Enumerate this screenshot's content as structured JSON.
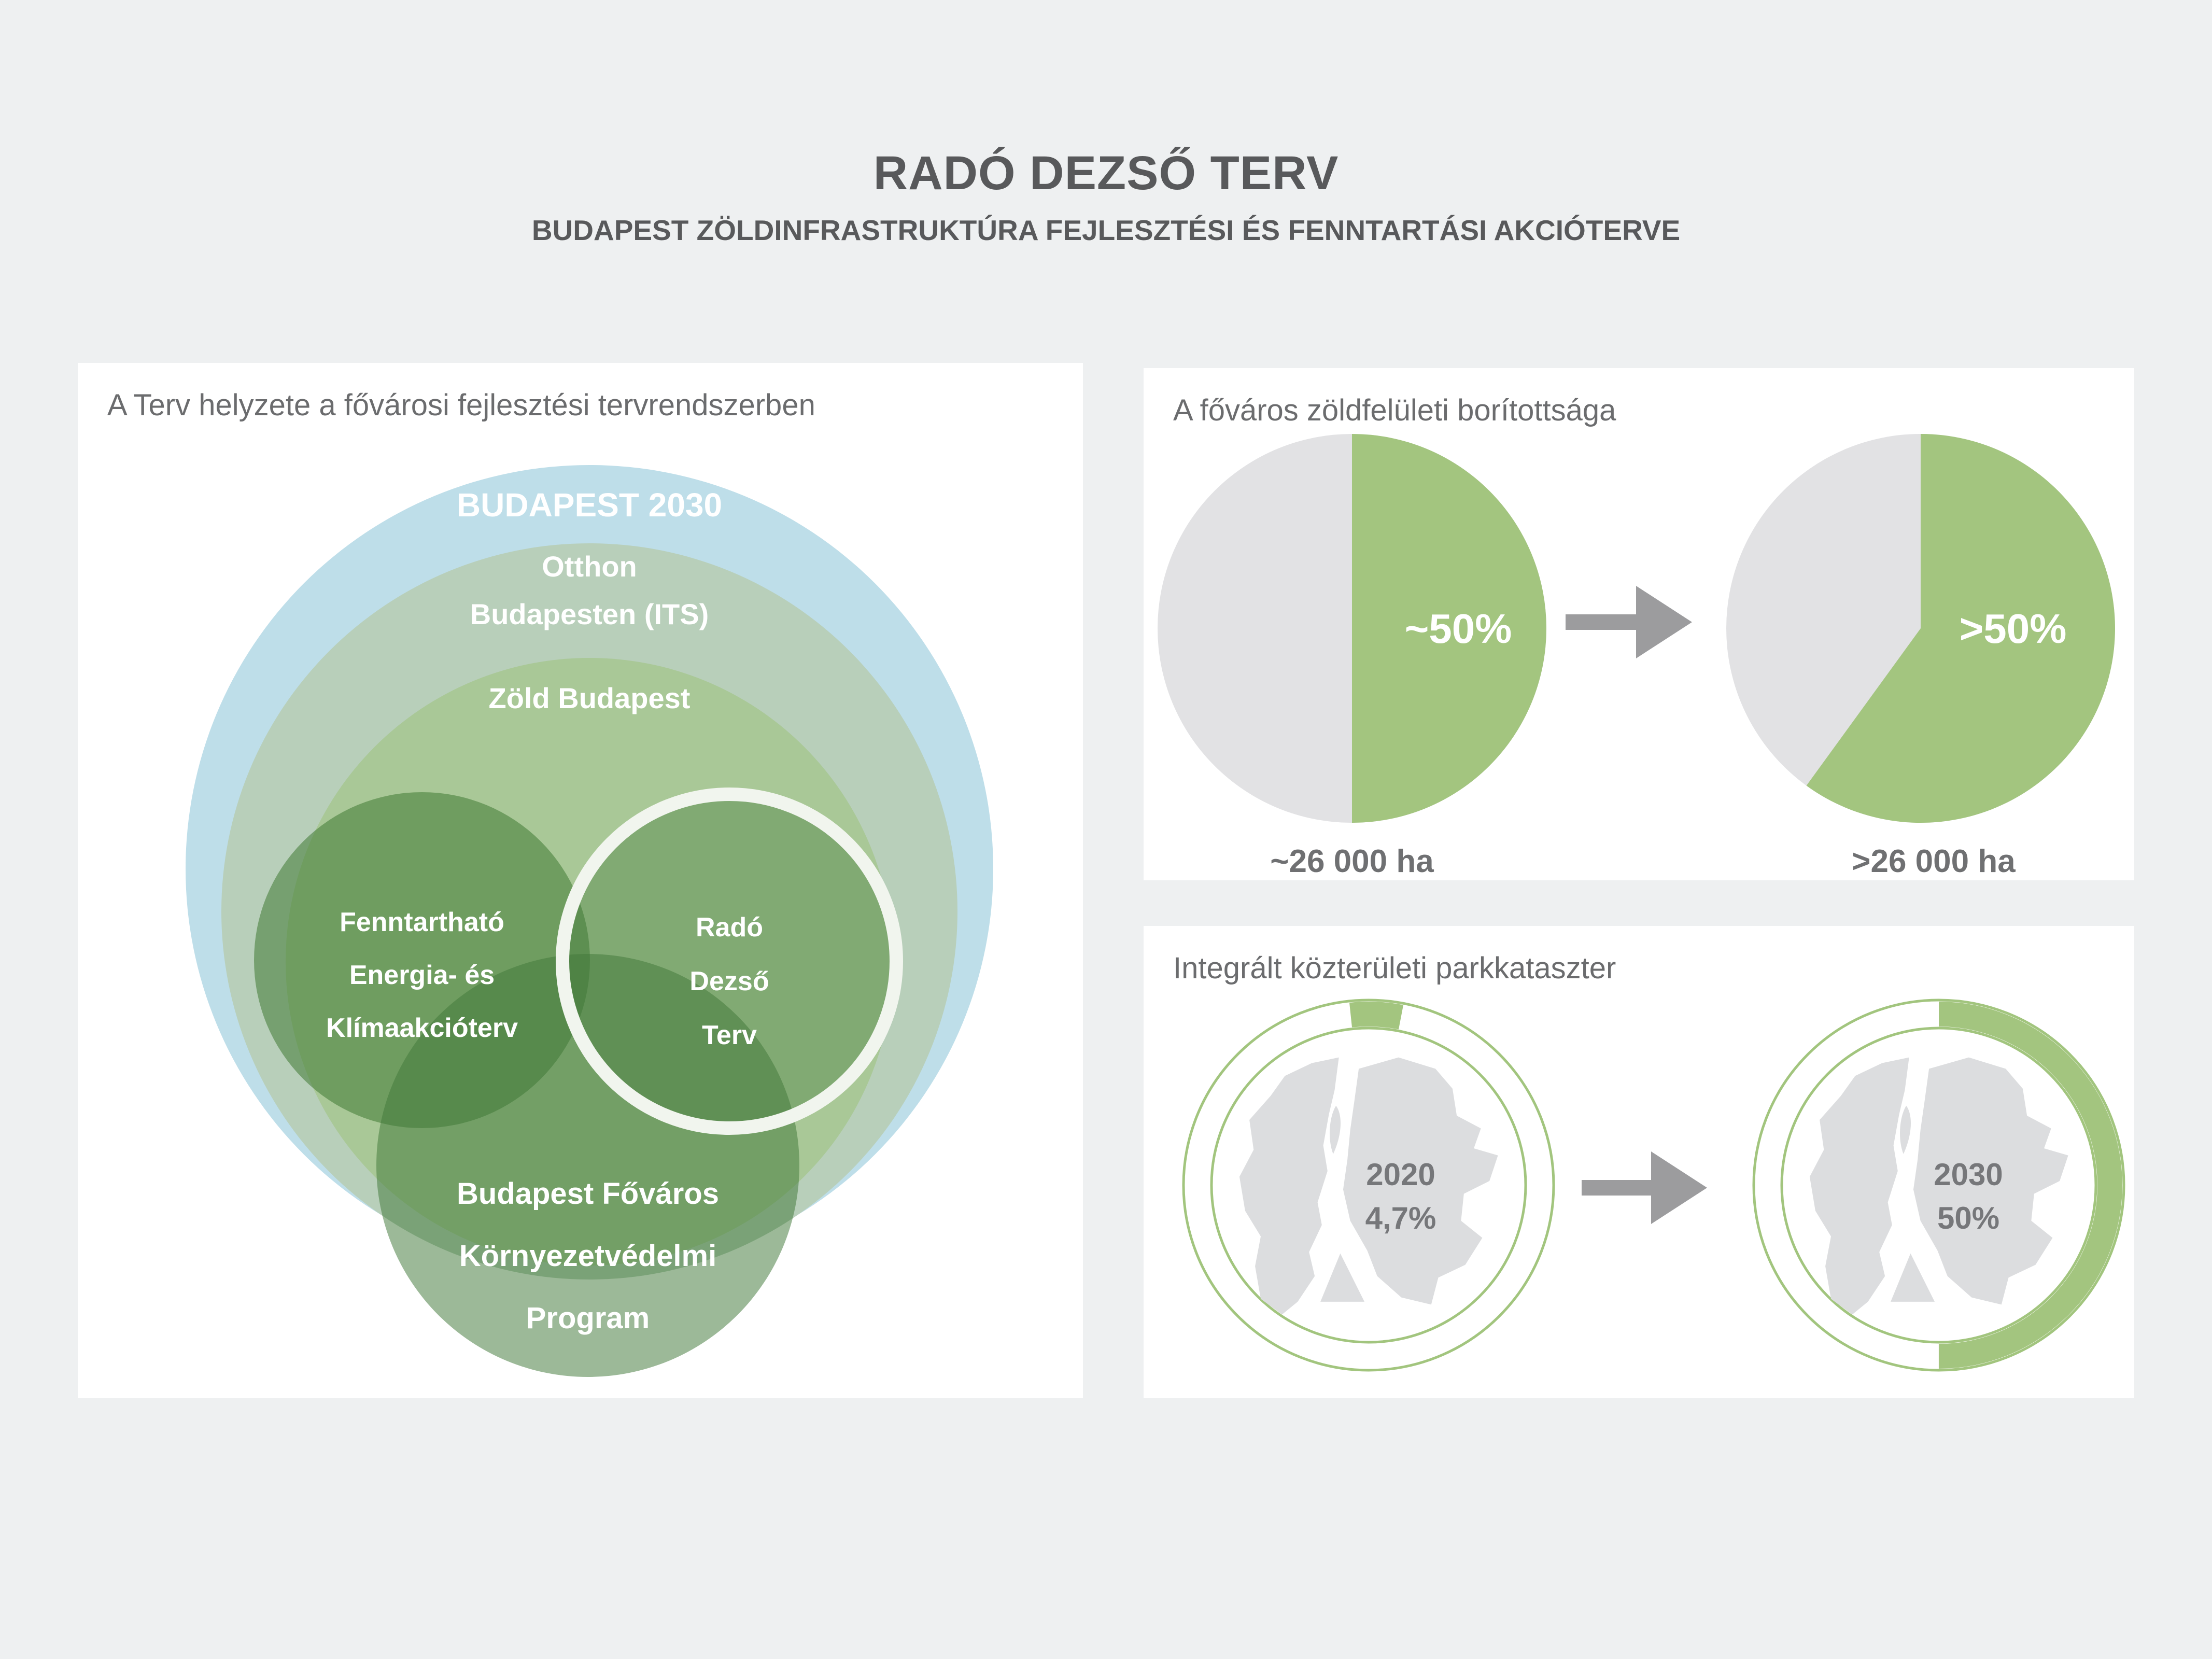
{
  "header": {
    "title": "RADÓ DEZSŐ TERV",
    "subtitle": "BUDAPEST ZÖLDINFRASTRUKTÚRA FEJLESZTÉSI ÉS FENNTARTÁSI AKCIÓTERVE"
  },
  "venn": {
    "panel_title": "A Terv helyzete a fővárosi fejlesztési tervrendszerben",
    "budapest2030": "BUDAPEST 2030",
    "otthon_line1": "Otthon",
    "otthon_line2": "Budapesten (ITS)",
    "zold": "Zöld Budapest",
    "fenn_line1": "Fenntartható",
    "fenn_line2": "Energia- és",
    "fenn_line3": "Klímaakcióterv",
    "rado_line1": "Radó",
    "rado_line2": "Dezső",
    "rado_line3": "Terv",
    "program_line1": "Budapest Főváros",
    "program_line2": "Környezetvédelmi",
    "program_line3": "Program"
  },
  "coverage": {
    "panel_title": "A főváros zöldfelületi borítottsága",
    "before_pct": "~50%",
    "before_area": "~26 000 ha",
    "after_pct": ">50%",
    "after_area": ">26 000 ha"
  },
  "cadastre": {
    "panel_title": "Integrált közterületi parkkataszter",
    "before_year": "2020",
    "before_pct": "4,7%",
    "after_year": "2030",
    "after_pct": "50%"
  },
  "colors": {
    "background": "#eef0f1",
    "card": "#ffffff",
    "heading_text": "#58595b",
    "panel_title_text": "#6b6c6e",
    "venn_blue": "#bedee9",
    "venn_sage": "#b8cfba",
    "venn_light_green": "#a9c897",
    "venn_dark_green_overlay": "#3f7a33",
    "rado_ring_white": "#f1f5ee",
    "pie_green": "#a3c57f",
    "pie_gray": "#e2e2e4",
    "arrow_gray": "#9c9c9e",
    "ring_green": "#a2c57e",
    "map_gray": "#dcdddf",
    "map_text": "#76777a"
  },
  "chart_data": [
    {
      "type": "venn",
      "title": "A Terv helyzete a fővárosi fejlesztési tervrendszerben",
      "nested_sets": [
        "BUDAPEST 2030",
        "Otthon Budapesten (ITS)",
        "Zöld Budapest"
      ],
      "overlapping_sets": [
        "Fenntartható Energia- és Klímaakcióterv",
        "Radó Dezső Terv",
        "Budapest Főváros Környezetvédelmi Program"
      ],
      "highlighted_set": "Radó Dezső Terv"
    },
    {
      "type": "pie",
      "title": "A főváros zöldfelületi borítottsága",
      "series": [
        {
          "label": "~50%",
          "green_fraction": 0.5,
          "area": "~26 000 ha"
        },
        {
          "label": ">50%",
          "green_fraction": 0.6,
          "area": ">26 000 ha"
        }
      ],
      "legend_position": "none"
    },
    {
      "type": "progress-ring",
      "title": "Integrált közterületi parkkataszter",
      "values": [
        {
          "year": "2020",
          "label": "4,7%",
          "fraction": 0.047
        },
        {
          "year": "2030",
          "label": "50%",
          "fraction": 0.5
        }
      ]
    }
  ]
}
